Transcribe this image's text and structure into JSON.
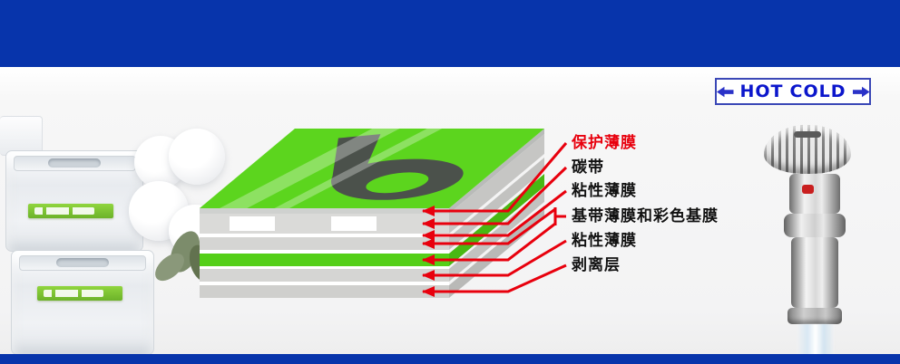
{
  "banner": {
    "top_color": "#0734ab",
    "bottom_color": "#0734ab"
  },
  "hot_cold": {
    "hot": "HOT",
    "cold": "COLD",
    "text_color": "#0b16cc",
    "border_color": "#3a47b6",
    "arrow_color": "#2a32c8",
    "left_arrow_icon": "left-block-arrow",
    "right_arrow_icon": "right-block-arrow"
  },
  "layer_diagram": {
    "arrow_color": "#e8000d",
    "top_face_color": "#5cd51e",
    "green_layer_color": "#54cf18",
    "gray_layer_color": "#d5d5d3",
    "labels": [
      {
        "text": "保护薄膜",
        "color": "#e8000d"
      },
      {
        "text": "碳带",
        "color": "#111111"
      },
      {
        "text": "粘性薄膜",
        "color": "#111111"
      },
      {
        "text": "基带薄膜和彩色基膜",
        "color": "#111111"
      },
      {
        "text": "粘性薄膜",
        "color": "#111111"
      },
      {
        "text": "剥离层",
        "color": "#111111"
      }
    ]
  }
}
